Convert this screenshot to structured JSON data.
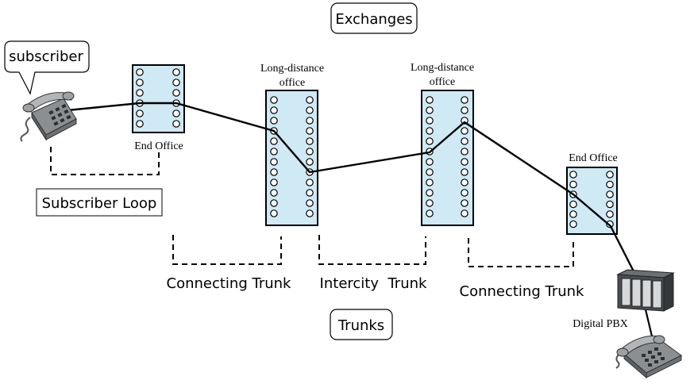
{
  "header": {
    "exchanges_label": "Exchanges",
    "trunks_label": "Trunks"
  },
  "subscriber": {
    "bubble_label": "subscriber",
    "loop_label": "Subscriber Loop"
  },
  "offices": {
    "end_office_left": "End Office",
    "long_distance_1_line1": "Long-distance",
    "long_distance_1_line2": "office",
    "long_distance_2_line1": "Long-distance",
    "long_distance_2_line2": "office",
    "end_office_right": "End Office"
  },
  "trunks": {
    "connecting_left": "Connecting Trunk",
    "intercity": "Intercity  Trunk",
    "connecting_right": "Connecting Trunk"
  },
  "pbx": {
    "label": "Digital PBX"
  },
  "colors": {
    "switch_fill": "#cfe9f5",
    "stroke": "#000000"
  }
}
